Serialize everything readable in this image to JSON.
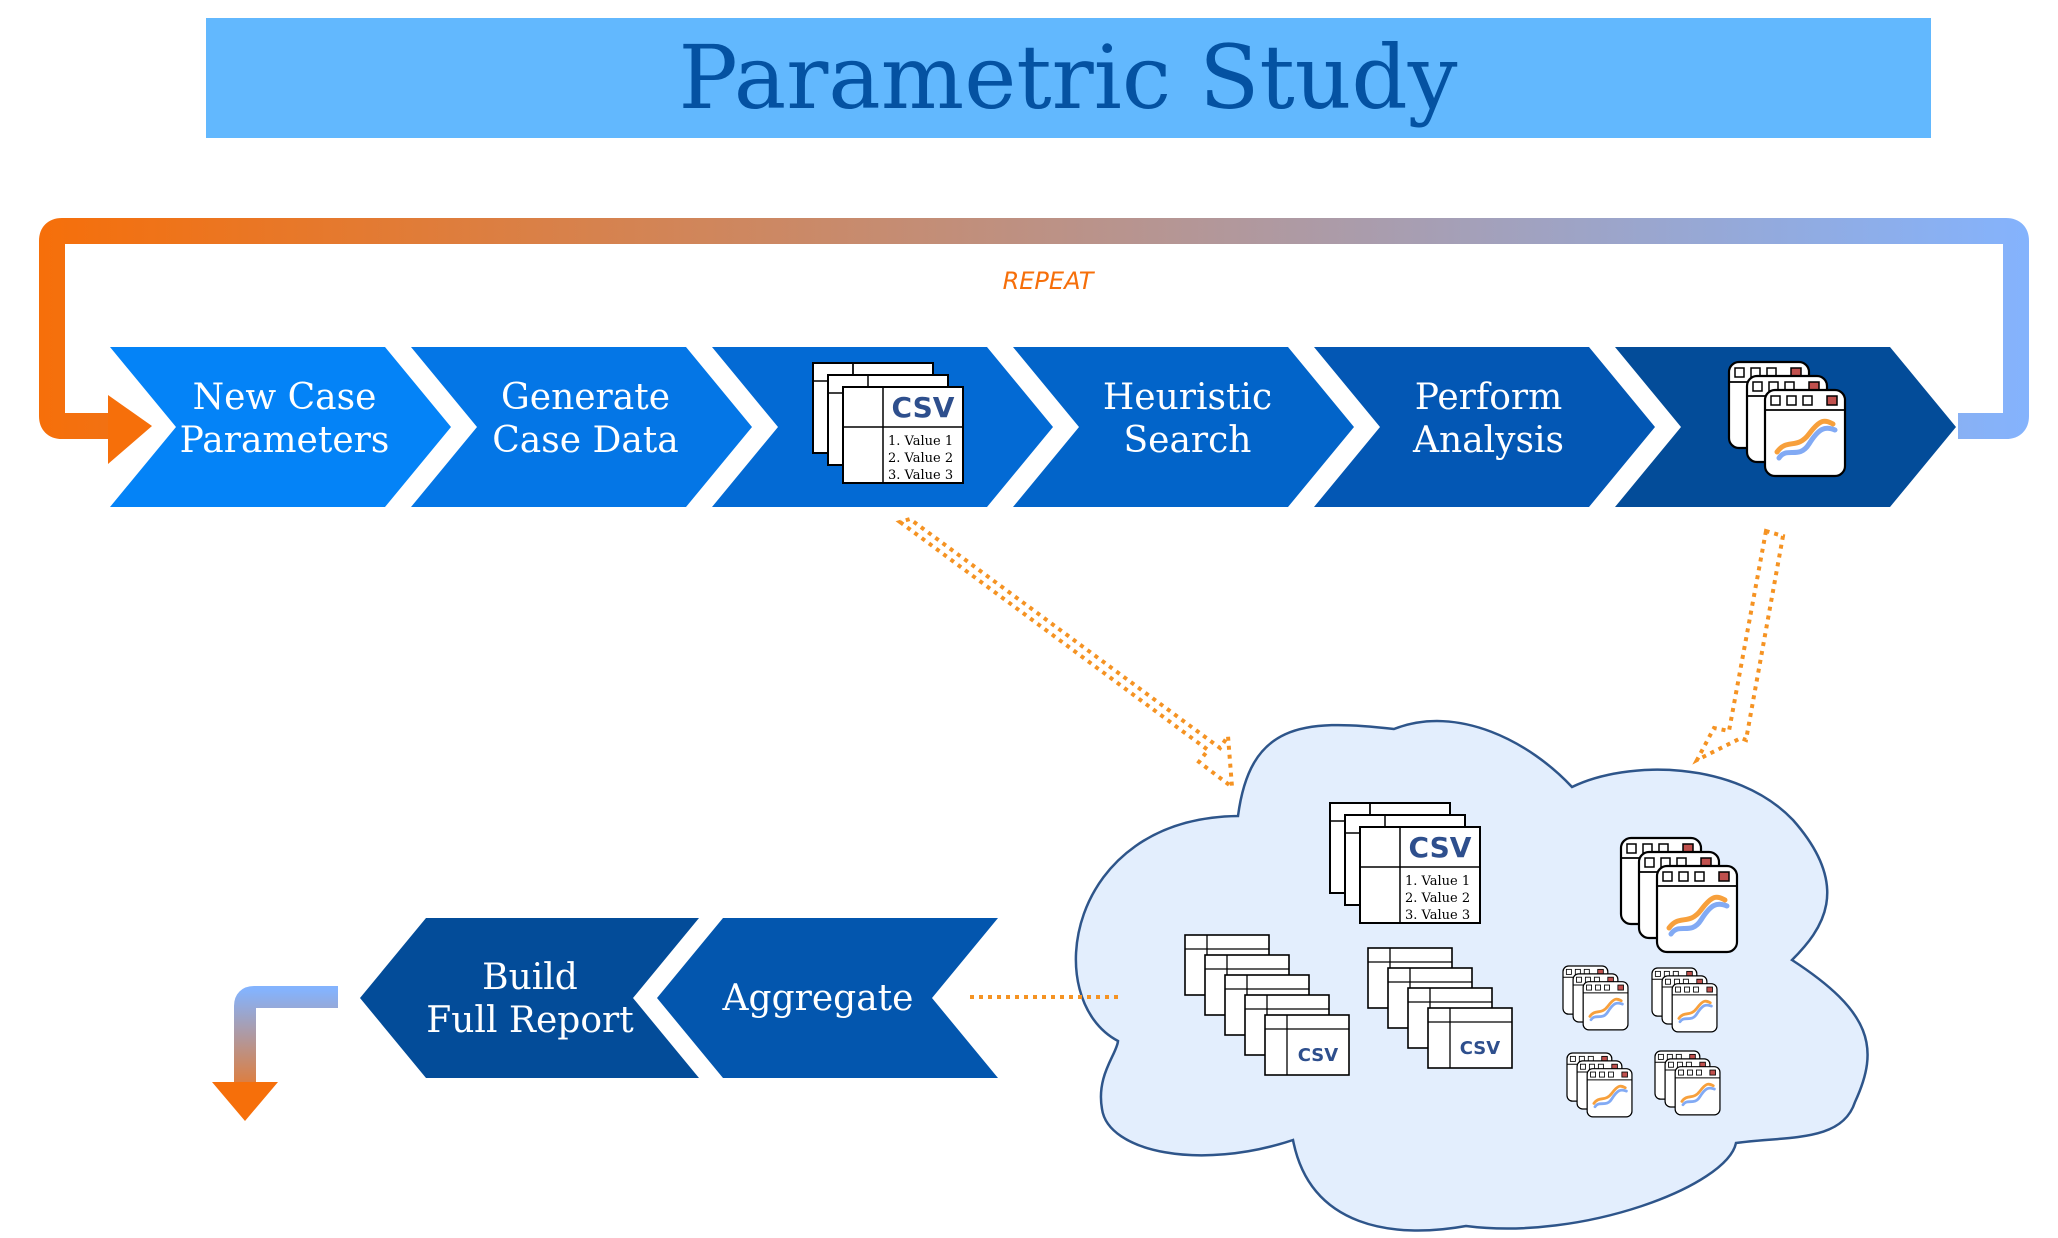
{
  "title": "Parametric Study",
  "loop": {
    "label": "REPEAT"
  },
  "pipeline": [
    {
      "line1": "New Case",
      "line2": "Parameters",
      "color": "#0483F7"
    },
    {
      "line1": "Generate",
      "line2": "Case Data",
      "color": "#0476E6"
    },
    {
      "line1": "",
      "line2": "",
      "color": "#036AD4",
      "icon": "csv-document-stack-icon"
    },
    {
      "line1": "Heuristic",
      "line2": "Search",
      "color": "#0264C9"
    },
    {
      "line1": "Perform",
      "line2": "Analysis",
      "color": "#0357B4"
    },
    {
      "line1": "",
      "line2": "",
      "color": "#034C99",
      "icon": "plot-window-stack-icon"
    }
  ],
  "csv_doc": {
    "badge": "CSV",
    "rows": [
      "1. Value 1",
      "2. Value 2",
      "3. Value 3"
    ]
  },
  "csv_small": {
    "badge": "CSV"
  },
  "aggregate": {
    "label": "Aggregate",
    "color": "#0356AE"
  },
  "report": {
    "line1": "Build",
    "line2": "Full Report",
    "color": "#034C99"
  },
  "colors": {
    "title_bg": "#62B8FE",
    "title_text": "#0452A2",
    "loop_start": "#F66F0A",
    "loop_end": "#84B3FD",
    "dotted_arrow": "#F59323",
    "cloud_fill": "#E3EEFD",
    "cloud_stroke": "#2E558A",
    "csv_badge": "#2E4F8D",
    "plot_orange": "#F7A03C",
    "plot_blue": "#82AAF4",
    "window_button_red": "#C0504D"
  }
}
